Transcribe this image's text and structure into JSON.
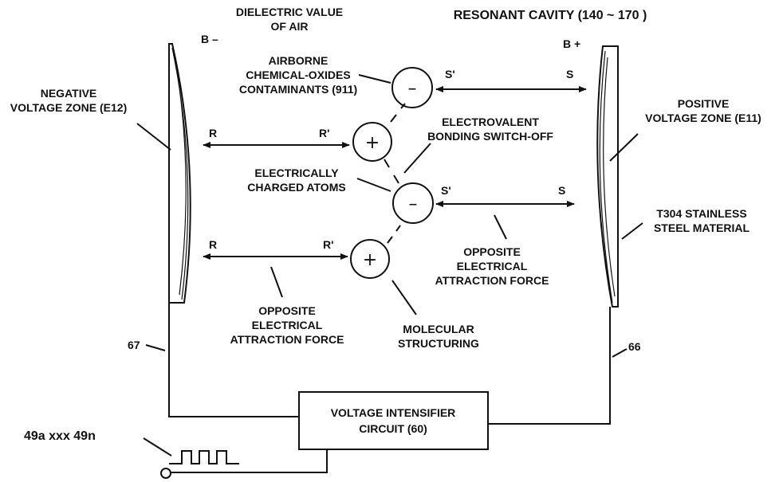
{
  "header": {
    "dielectric_line1": "DIELECTRIC VALUE",
    "dielectric_line2": "OF AIR",
    "resonant_cavity": "RESONANT CAVITY (140 ~ 170 )"
  },
  "plates": {
    "left_terminal": "B –",
    "right_terminal": "B +",
    "left_zone_line1": "NEGATIVE",
    "left_zone_line2": "VOLTAGE ZONE (E12)",
    "right_zone_line1": "POSITIVE",
    "right_zone_line2": "VOLTAGE ZONE (E11)",
    "material_line1": "T304 STAINLESS",
    "material_line2": "STEEL MATERIAL"
  },
  "particles": {
    "contaminants_line1": "AIRBORNE",
    "contaminants_line2": "CHEMICAL-OXIDES",
    "contaminants_line3": "CONTAMINANTS (911)",
    "charged_atoms_line1": "ELECTRICALLY",
    "charged_atoms_line2": "CHARGED ATOMS",
    "bonding_line1": "ELECTROVALENT",
    "bonding_line2": "BONDING SWITCH-OFF",
    "molecular_line1": "MOLECULAR",
    "molecular_line2": "STRUCTURING",
    "minus_symbol": "–",
    "plus_symbol": "+"
  },
  "arrows": {
    "r": "R",
    "r_prime": "R'",
    "s": "S",
    "s_prime": "S'"
  },
  "forces": {
    "left_line1": "OPPOSITE",
    "left_line2": "ELECTRICAL",
    "left_line3": "ATTRACTION FORCE",
    "right_line1": "OPPOSITE",
    "right_line2": "ELECTRICAL",
    "right_line3": "ATTRACTION FORCE"
  },
  "circuit": {
    "wire_left_ref": "67",
    "wire_right_ref": "66",
    "intensifier_line1": "VOLTAGE INTENSIFIER",
    "intensifier_line2": "CIRCUIT (60)",
    "pulse_label": "49a xxx 49n"
  }
}
